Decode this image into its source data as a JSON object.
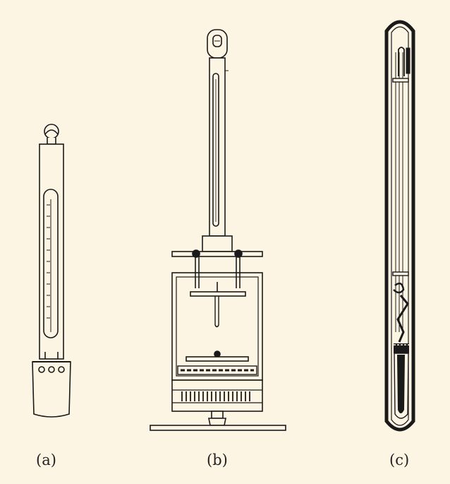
{
  "figure": {
    "background": "#fdf5e4",
    "ink": "#1a1a1a",
    "panels": [
      {
        "label": "(a)",
        "icon": "thermometer-icon"
      },
      {
        "label": "(b)",
        "icon": "mounted-thermometer-apparatus-icon"
      },
      {
        "label": "(c)",
        "icon": "max-min-thermometer-tube-icon"
      }
    ]
  }
}
